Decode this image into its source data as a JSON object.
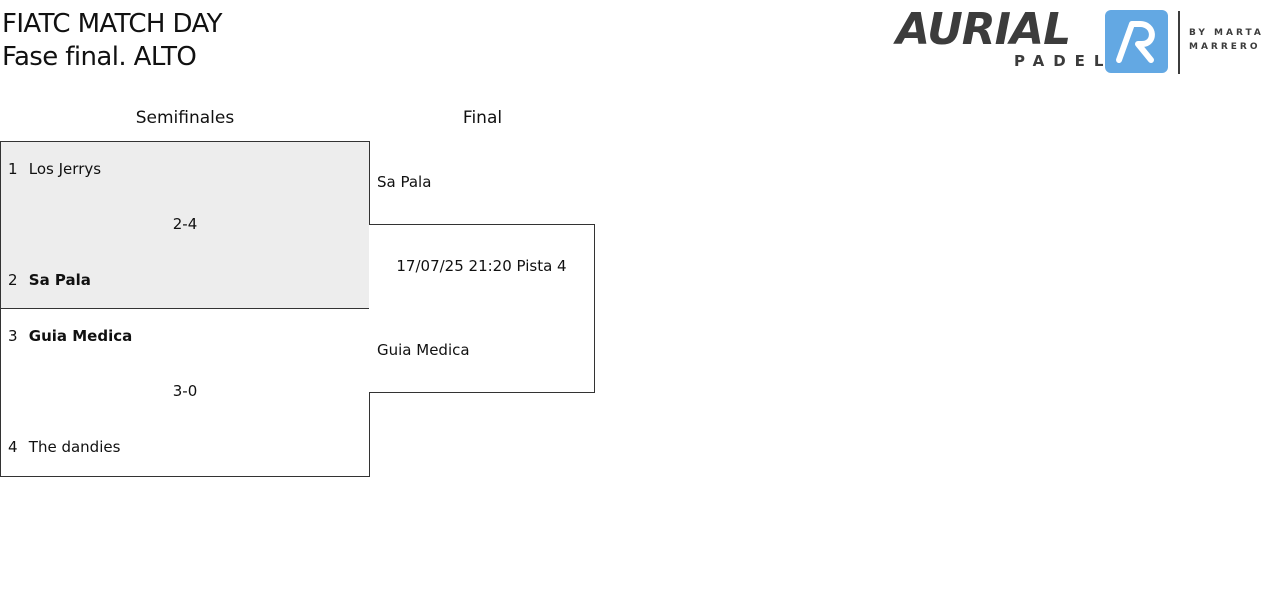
{
  "header": {
    "title_line1": "FIATC MATCH DAY",
    "title_line2": "Fase final. ALTO"
  },
  "logo": {
    "word": "AURIAL",
    "sub": "PADEL",
    "by_line1": "BY MARTA",
    "by_line2": "MARRERO",
    "badge_icon": "ap-monogram-icon",
    "badge_color": "#63a8e3",
    "text_color": "#3c3c3c"
  },
  "columns": {
    "semis": "Semifinales",
    "final": "Final"
  },
  "semifinals": [
    {
      "top": {
        "seed": "1",
        "name": "Los Jerrys",
        "winner": false
      },
      "score": "2-4",
      "bottom": {
        "seed": "2",
        "name": "Sa Pala",
        "winner": true
      },
      "background": "#ededed"
    },
    {
      "top": {
        "seed": "3",
        "name": "Guia Medica",
        "winner": true
      },
      "score": "3-0",
      "bottom": {
        "seed": "4",
        "name": "The dandies",
        "winner": false
      },
      "background": "#ffffff"
    }
  ],
  "final": {
    "top_team": "Sa Pala",
    "info": "17/07/25 21:20 Pista 4",
    "bottom_team": "Guia Medica"
  }
}
